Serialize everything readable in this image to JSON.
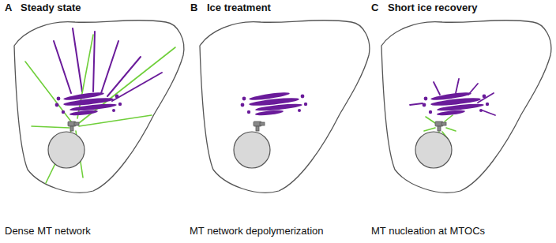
{
  "diagram": {
    "labels": [
      "A",
      "Steady state",
      "B",
      "Ice treatment",
      "C",
      "Short ice recovery",
      "Dense MT network",
      "MT network depolymerization",
      "MT nucleation at MTOCs"
    ]
  }
}
